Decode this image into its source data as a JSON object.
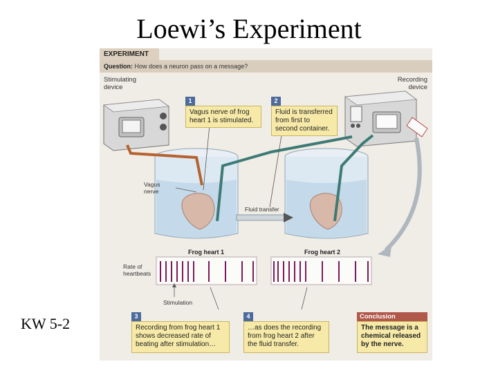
{
  "slide": {
    "title": "Loewi’s Experiment",
    "side_label": "KW 5-2"
  },
  "figure": {
    "tab": "EXPERIMENT",
    "question_prefix": "Question:",
    "question_text": "How does a neuron pass on a message?",
    "stimulating_device": "Stimulating device",
    "recording_device": "Recording device",
    "vagus_nerve": "Vagus nerve",
    "fluid_transfer": "Fluid transfer",
    "frog_heart_1": "Frog heart 1",
    "frog_heart_2": "Frog heart 2",
    "rate_label": "Rate of heartbeats",
    "stimulation": "Stimulation",
    "steps": [
      {
        "num": "1",
        "text": "Vagus nerve of frog heart 1 is stimulated."
      },
      {
        "num": "2",
        "text": "Fluid is transferred from first to second container."
      },
      {
        "num": "3",
        "text": "Recording from frog heart 1 shows decreased rate of beating after stimulation…"
      },
      {
        "num": "4",
        "text": "…as does the recording from frog heart 2 after the fluid transfer."
      }
    ],
    "conclusion_head": "Conclusion",
    "conclusion_text": "The message is a chemical released by the nerve."
  },
  "colors": {
    "callout_bg": "#f7eaa8",
    "step_badge": "#4c6a9a",
    "conclusion_head": "#b0584a",
    "heartbeat_bar": "#7a1a5a",
    "tube": "#3d7a75",
    "wire": "#b5622f"
  }
}
